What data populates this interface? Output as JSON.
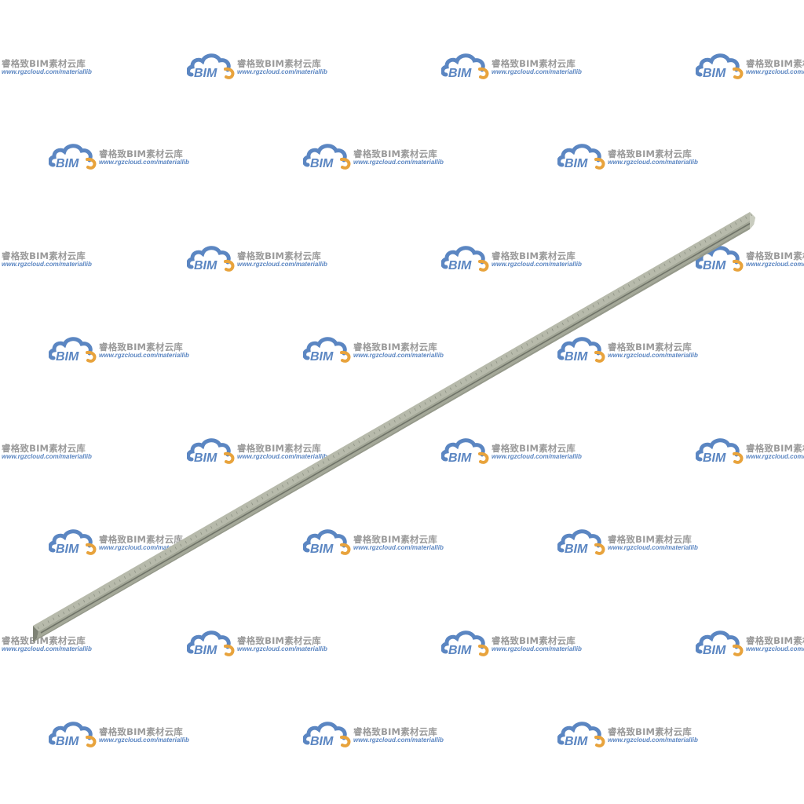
{
  "watermark": {
    "title": "睿格致BIM素材云库",
    "url": "www.rgzcloud.com/materiallib",
    "logo_text": "BIM",
    "logo_color": "#5b86c2",
    "accent_color": "#e8a33c"
  },
  "model": {
    "object": "steel-channel-beam",
    "beam_color": "#a7ab9c",
    "beam_dark": "#6f7368",
    "beam_light": "#c4c7ba"
  }
}
